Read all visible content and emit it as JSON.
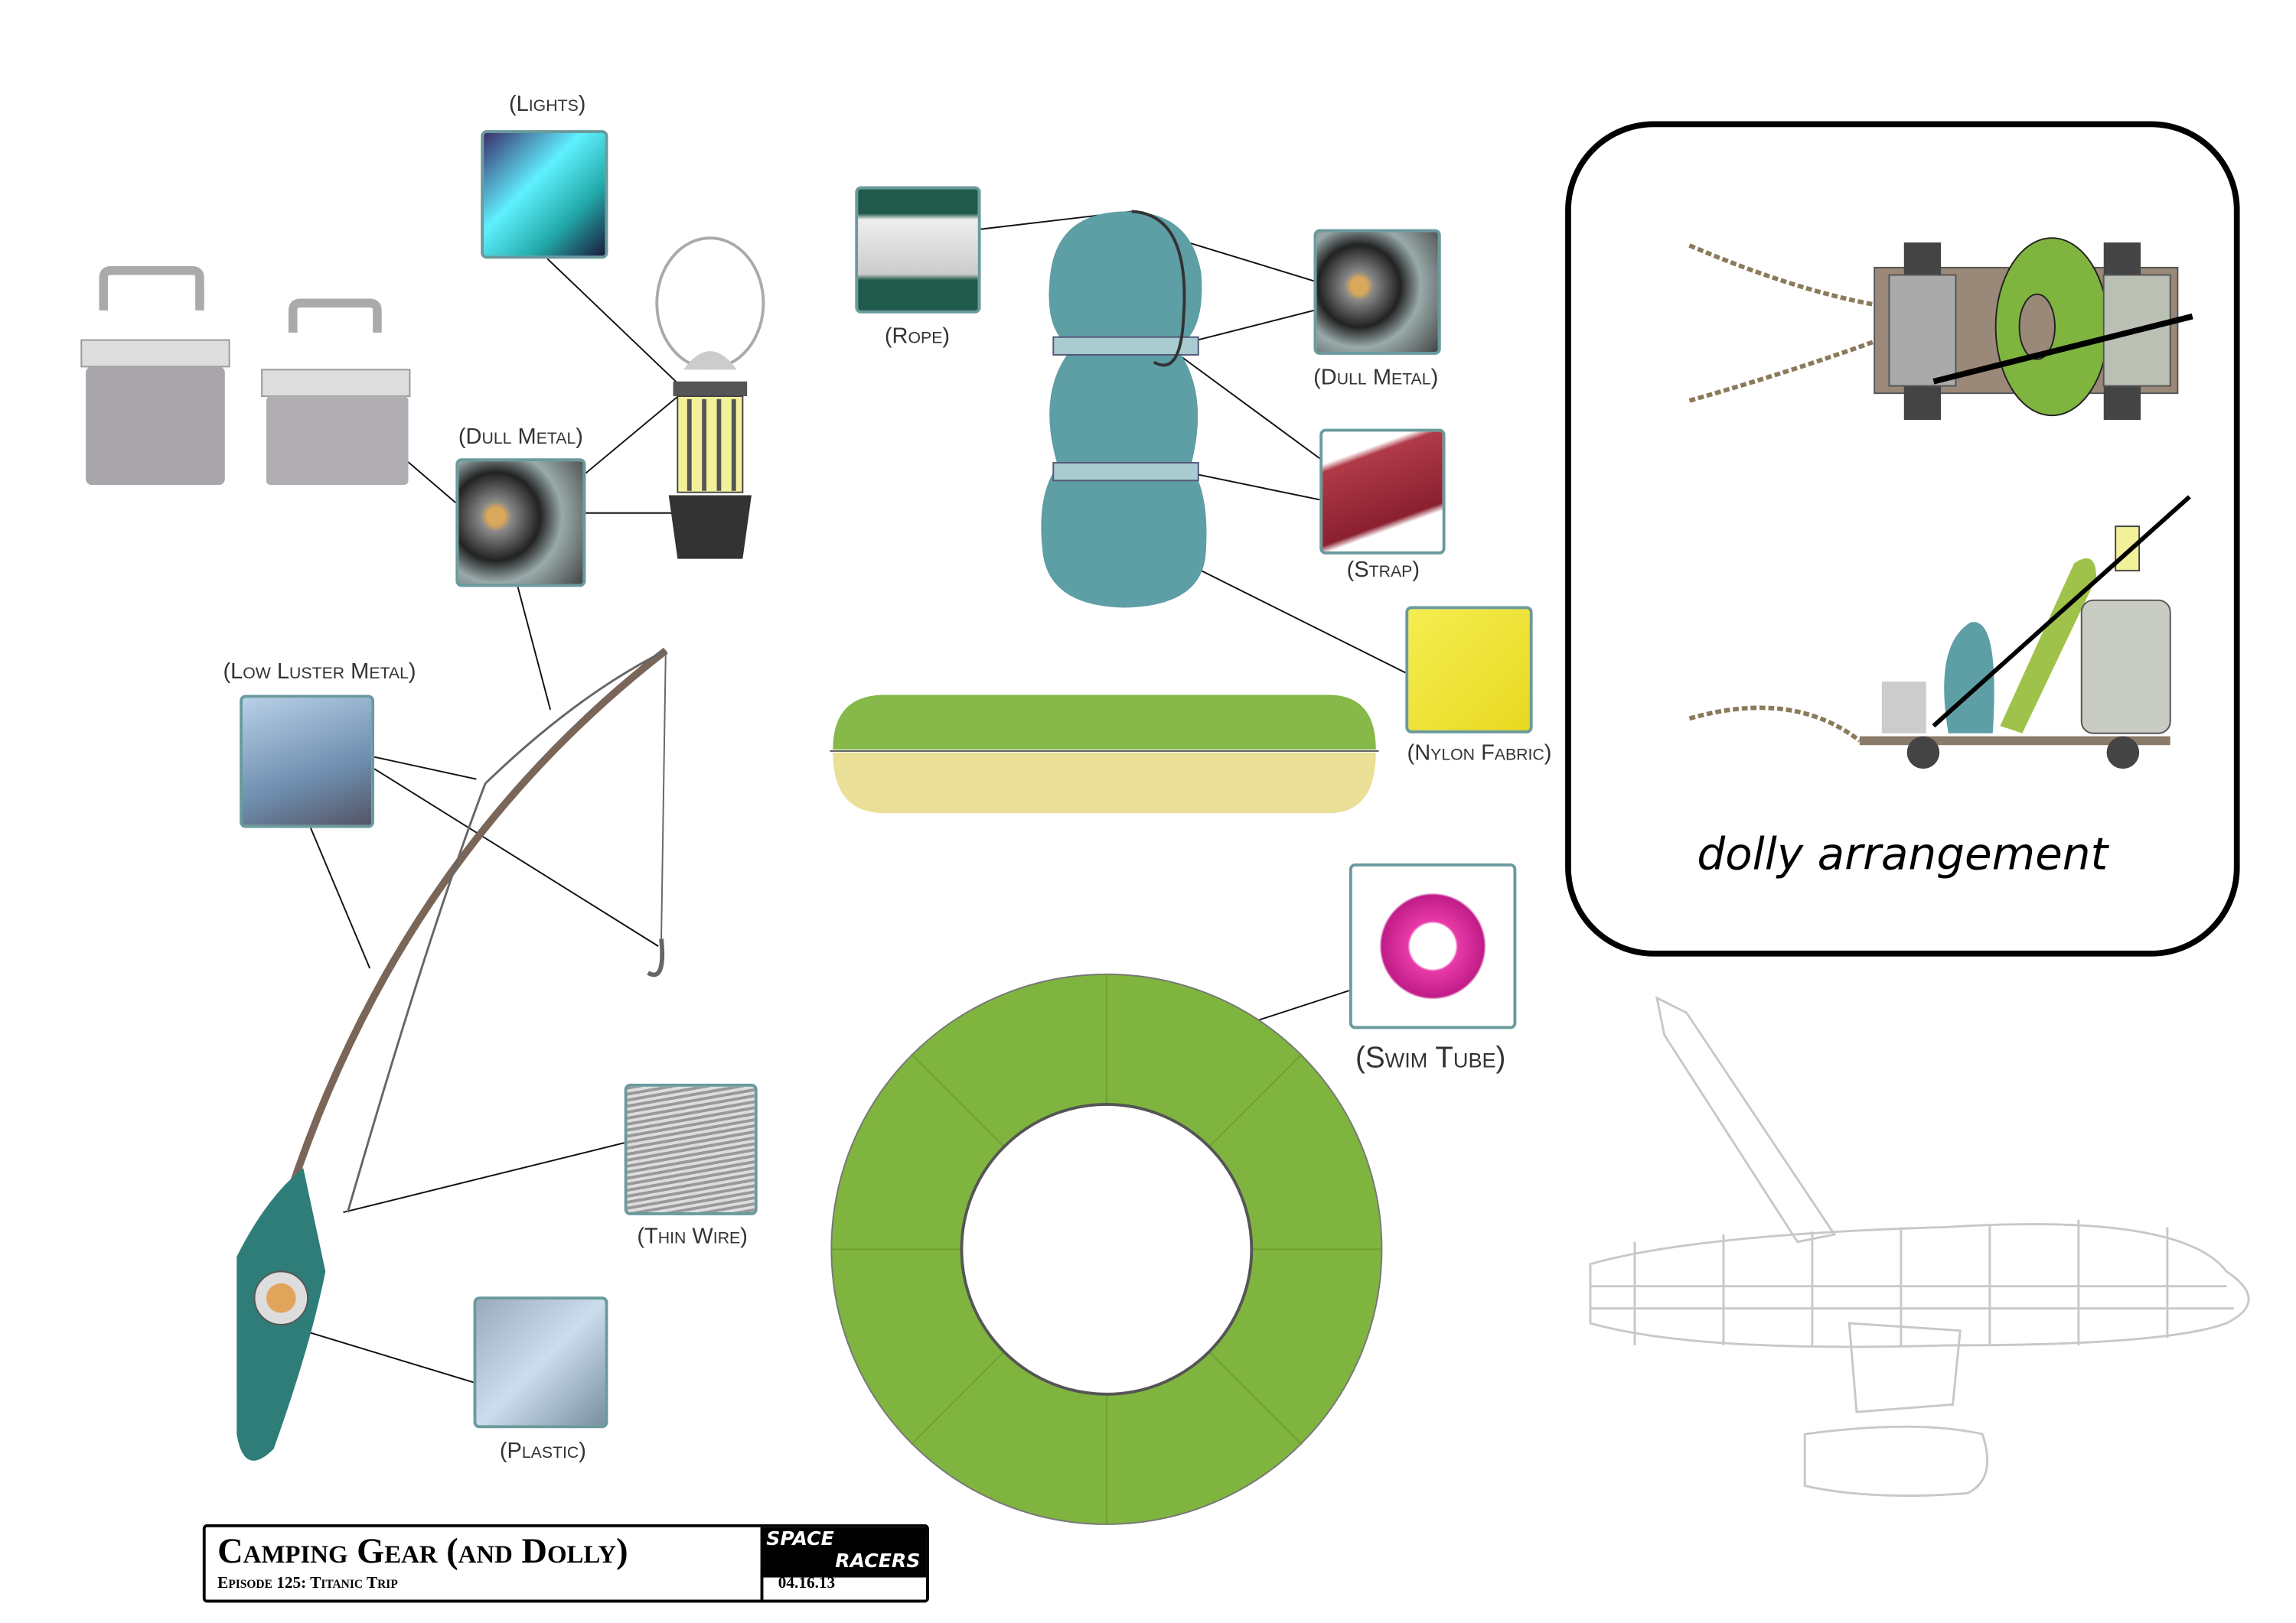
{
  "labels": {
    "lights": "(Lights)",
    "dull_metal_1": "(Dull Metal)",
    "low_luster_metal": "(Low Luster Metal)",
    "thin_wire": "(Thin Wire)",
    "plastic": "(Plastic)",
    "rope": "(Rope)",
    "dull_metal_2": "(Dull Metal)",
    "strap": "(Strap)",
    "nylon_fabric": "(Nylon Fabric)",
    "swim_tube": "(Swim Tube)"
  },
  "dolly": {
    "caption": "dolly arrangement"
  },
  "title_block": {
    "title": "Camping Gear (and Dolly)",
    "subtitle": "Episode 125: Titanic Trip",
    "logo_line1": "SPACE",
    "logo_line2": "RACERS",
    "date": "04.16.13"
  },
  "colors": {
    "ring_green": "#7fb53f",
    "bag_teal": "#5e9ea5",
    "swatch_border": "#6a9a9c"
  }
}
